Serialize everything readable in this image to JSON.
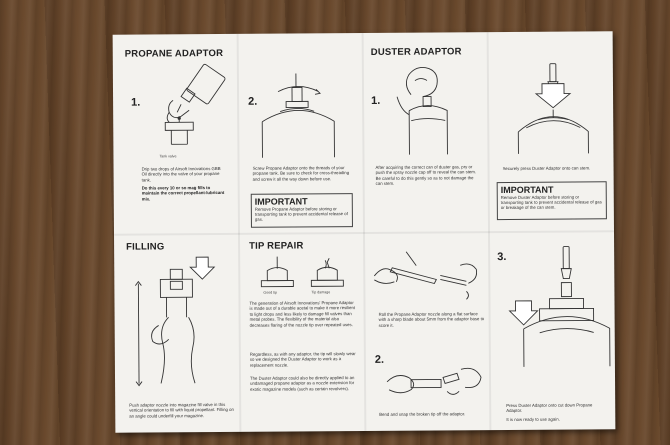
{
  "propane": {
    "heading": "PROPANE ADAPTOR",
    "step1_num": "1.",
    "step2_num": "2.",
    "tank_valve_label": "Tank valve",
    "step1_text": "Drip two drops of Airsoft Innovations GBB Oil directly into the valve of your propane tank.",
    "step1_bold": "Do this every 10 or so mag fills to maintain the correct propellant-lubricant mix.",
    "step2_text": "Screw Propane Adaptor onto the threads of your propane tank. Be sure to check for cross-threading and screw it all the way down before use.",
    "important_title": "IMPORTANT",
    "important_text": "Remove Propane Adaptor before storing or transporting tank to prevent accidental release of gas."
  },
  "duster": {
    "heading": "DUSTER ADAPTOR",
    "step1_num": "1.",
    "step1_text": "After acquiring the correct can of duster gas, pry or push the spray nozzle cap off to reveal the can stem. Be careful to do this gently so as to not damage the can stem.",
    "step2_text": "Securely press Duster Adaptor onto can stem.",
    "important_title": "IMPORTANT",
    "important_text": "Remove Duster Adaptor before storing or transporting tank to prevent accidental release of gas or breakage of the can stem."
  },
  "filling": {
    "heading": "FILLING",
    "text": "Push adaptor nozzle into magazine fill valve in this vertical orientation to fill with liquid propellant. Filling on an angle could underfill your magazine."
  },
  "tip_repair": {
    "heading": "TIP REPAIR",
    "label_good": "Good tip",
    "label_damaged": "Tip damage",
    "para1": "The generation of Airsoft Innovations' Propane Adaptor is made out of a durable acetal to make it more resilient to light drops and less likely to damage fill valves than metal probes. The flexibility of the material also decreases flaring of the nozzle tip over repeated uses.",
    "para2": "Regardless, as with any adaptor, the tip will slowly wear so we designed the Duster Adaptor to work as a replacement nozzle.",
    "para3": "The Duster Adaptor could also be directly applied to an undamaged propane adaptor as a nozzle extension for exotic magazine models (such as certain revolvers)."
  },
  "repair_steps": {
    "step1_text": "Roll the Propane Adaptor nozzle along a flat surface with a sharp blade about 5mm from the adaptor base to score it.",
    "step2_num": "2.",
    "step2_text": "Bend and snap the broken tip off the adaptor.",
    "step3_num": "3.",
    "step3_text": "Press Duster Adaptor onto cut down Propane Adaptor.",
    "step3_text2": "It is now ready to use again."
  }
}
